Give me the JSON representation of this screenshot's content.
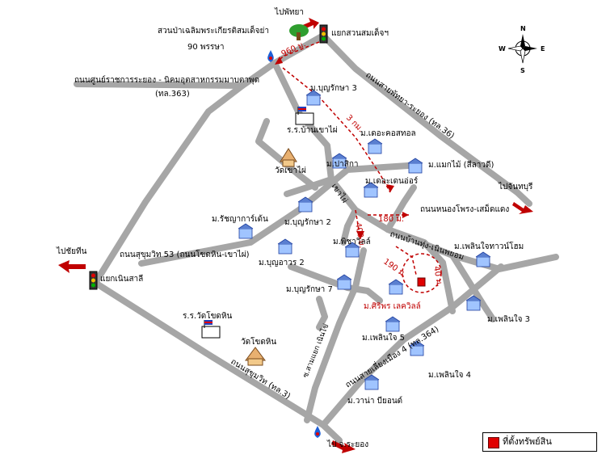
{
  "map": {
    "destinations": {
      "pattaya": "ไปพัทยา",
      "chanthaburi": "ไปจันทบุรี",
      "chonburi": "ไปชัยทีน",
      "rayong": "ไป จ.ระยอง"
    },
    "intersections": {
      "suanson": "แยกสวนสมเด็จฯ",
      "noenphlap": "แยกเนินสาลี"
    },
    "roads": {
      "rayong_govt": "ถนนศูนย์ราชการระยอง - นิคมอุตสาหกรรมมาบตาพุด",
      "rayong_govt_code": "(ทล.363)",
      "pattaya_rayong": "ถนนสายพัทยา-ระยอง (ทล.36)",
      "sukhumvit53": "ถนนสุขุมวิท 53 (ถนนโขดหิน-เขาไผ่)",
      "sukhumvit": "ถนนสุขุมวิท (ทล.3)",
      "nongphong": "ถนนหนองโพรง-เสม็ดแดง",
      "banphlong": "ถนนบ้านทุ่ง-เนินพยอม",
      "chakkaew": "ถนนสายเลี่ยงเมือง 4 (ทล.364)",
      "khaophai": "เขาไผ่",
      "soi_kahoi": "ซ.สามแยก เนินไข่"
    },
    "places": {
      "park": "สวนป่าเฉลิมพระเกียรติสมเด็จย่า",
      "park_years": "90 พรรษา",
      "school_khaophai": "ร.ร.บ้านเขาไผ่",
      "wat_khaophai": "วัดเขาไผ่",
      "school_khotkhin": "ร.ร.วัดโขดหิน",
      "wat_khotkhin": "วัดโขดหิน"
    },
    "villages": {
      "boonruksa3": "ม.บุญรักษา 3",
      "thecoastal": "ม.เดอะคอสทอล",
      "phasika": "ม.ปาสิกา",
      "theclassic": "ม.เดอะเดนอ่อร์",
      "maemaiphai": "ม.แมกไม้ (สีลาวดี)",
      "ratchaya": "ม.รัชญาการ์เด้น",
      "boonruksa2": "ม.บุญรักษา 2",
      "pichawinn": "ม.พิชาวิลล์",
      "boonwaro": "ม.บุญอาวร 2",
      "boonruksa7": "ม.บุญรักษา 7",
      "phoenix_home": "ม.เพลินใจทาวน์โฮม",
      "siriporn": "ม.ศิริพร เลควิลล์",
      "phoenix3": "ม.เพลินใจ 3",
      "phoenix5": "ม.เพลินใจ 5",
      "phoenix4": "ม.เพลินใจ 4",
      "wanna": "ม.วาน่า บียอนด์"
    },
    "distances": {
      "d960": "960 ม.",
      "d3km": "3 กม.",
      "d180": "180 ม.",
      "d400": "400 ม.",
      "d190": "190 ม.",
      "d40": "40 ม."
    },
    "compass": {
      "n": "N",
      "s": "S",
      "e": "E",
      "w": "W"
    },
    "legend": "ที่ตั้งทรัพย์สิน",
    "colors": {
      "road": "#a6a6a6",
      "route": "#c00000",
      "property": "#e00000",
      "destination_arrow": "#c00000"
    }
  }
}
